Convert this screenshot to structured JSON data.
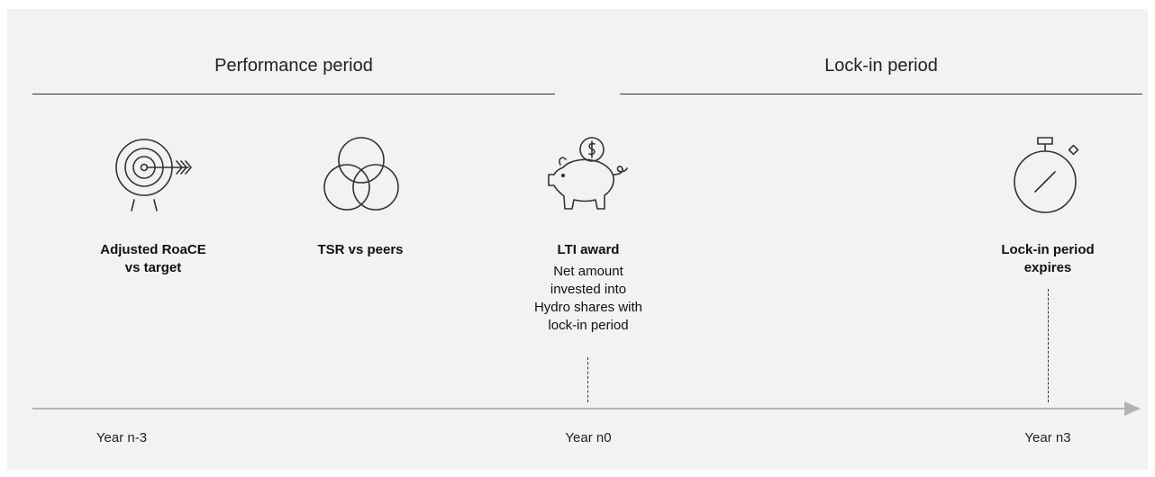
{
  "periods": {
    "performance": "Performance period",
    "lockin": "Lock-in period"
  },
  "milestones": {
    "roace": {
      "title": "Adjusted RoaCE\nvs target",
      "icon": "target-icon"
    },
    "tsr": {
      "title": "TSR vs peers",
      "icon": "venn-circles-icon"
    },
    "lti": {
      "title": "LTI award",
      "description": "Net amount\ninvested into\nHydro shares with\nlock-in period",
      "icon": "piggy-bank-icon"
    },
    "expiry": {
      "title": "Lock-in period\nexpires",
      "icon": "stopwatch-icon"
    }
  },
  "timeline": {
    "years": [
      "Year n-3",
      "Year n0",
      "Year n3"
    ]
  },
  "colors": {
    "background": "#f2f2f2",
    "line": "#333333",
    "axis": "#b3b3b3"
  }
}
